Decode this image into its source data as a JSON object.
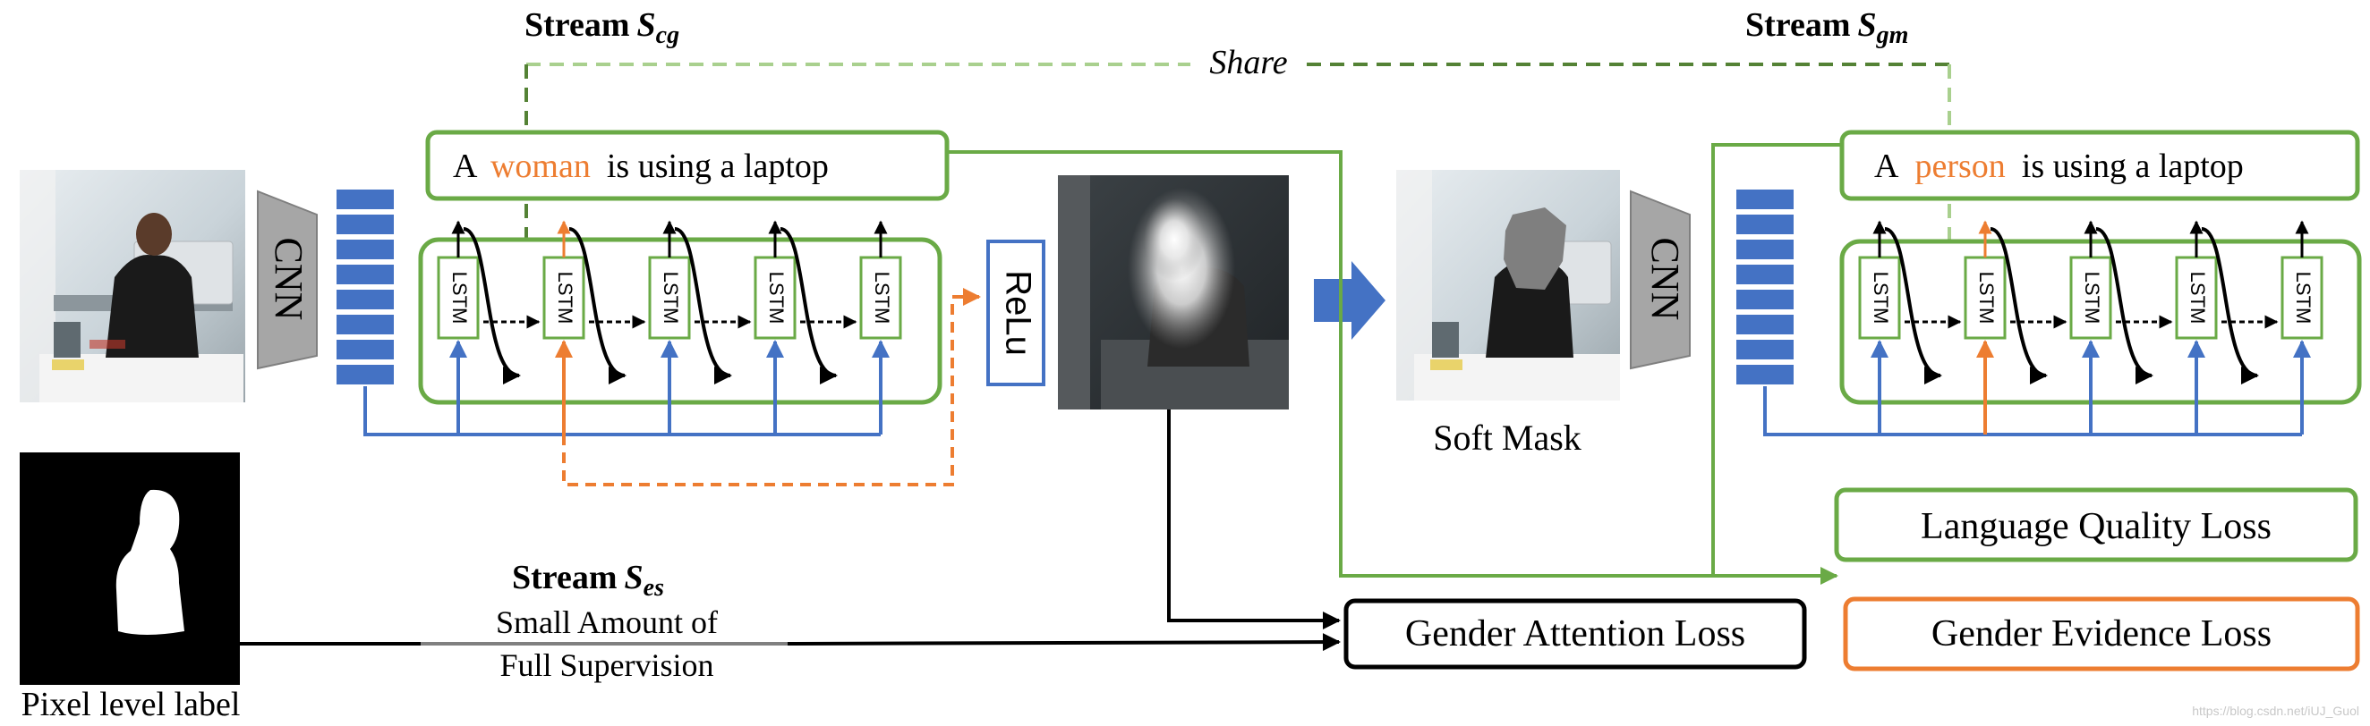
{
  "streams": {
    "cg": {
      "word": "Stream",
      "sub": "cg"
    },
    "gm": {
      "word": "Stream",
      "sub": "gm"
    },
    "es": {
      "word": "Stream",
      "sub": "es"
    }
  },
  "share_label": "Share",
  "captions": {
    "cg": {
      "pre": "A",
      "highlight": "woman",
      "post": "is  using a laptop"
    },
    "gm": {
      "pre": "A",
      "highlight": "person",
      "post": "is  using a laptop"
    }
  },
  "cnn_label": "CNN",
  "lstm_label": "LSTM",
  "relu_label": "ReLu",
  "soft_mask_label": "Soft Mask",
  "pixel_label": "Pixel level label",
  "supervision": {
    "line1": "Small Amount of",
    "line2": "Full Supervision"
  },
  "losses": {
    "attention": "Gender Attention Loss",
    "quality": "Language Quality Loss",
    "evidence": "Gender Evidence Loss"
  },
  "watermark": "https://blog.csdn.net/iUJ_Guol",
  "colors": {
    "green": "#6aaa46",
    "light_green": "#a9d08e",
    "dark_green": "#548235",
    "blue": "#4472c4",
    "orange": "#ed7d31",
    "gray": "#a6a6a6"
  }
}
